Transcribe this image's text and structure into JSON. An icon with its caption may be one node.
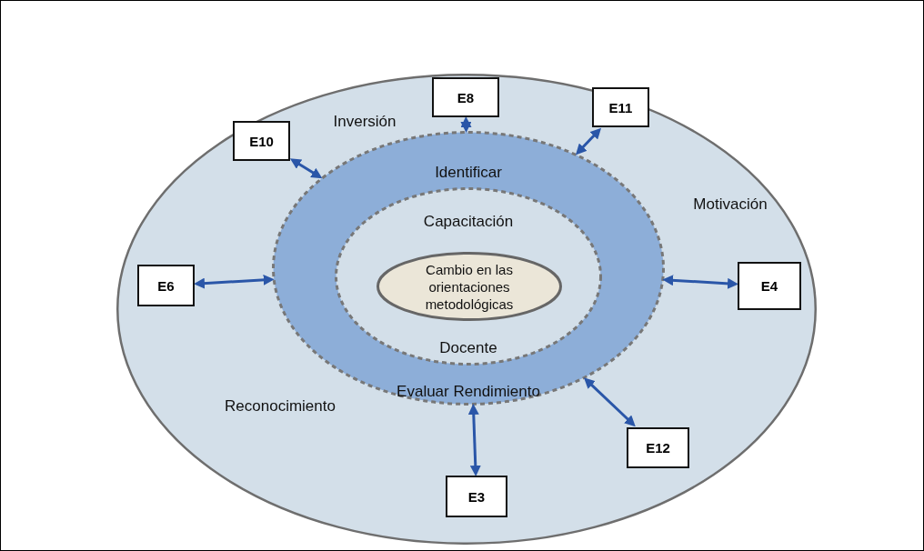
{
  "diagram": {
    "nodes": [
      {
        "text": [
          "Inversión",
          "Motivación",
          "Reconocimiento"
        ]
      },
      {
        "text": [
          "Identificar",
          "Evaluar Rendimiento"
        ],
        "in": 0
      },
      {
        "text": [
          "Capacitación",
          "Docente"
        ],
        "in": 1
      },
      {
        "text": [
          "Cambio en las orientaciones metodológicas"
        ],
        "in": 2
      },
      {
        "text": [
          "E8"
        ],
        "in": 0
      },
      {
        "text": [
          "E11"
        ],
        "in": 0
      },
      {
        "text": [
          "E10"
        ],
        "in": 0
      },
      {
        "text": [
          "E6"
        ],
        "in": 0
      },
      {
        "text": [
          "E4"
        ],
        "in": 0
      },
      {
        "text": [
          "E12"
        ],
        "in": 0
      },
      {
        "text": [
          "E3"
        ],
        "in": 0
      }
    ],
    "edges": [
      {
        "from": 4,
        "to": 1,
        "arrow": "both"
      },
      {
        "from": 5,
        "to": 1,
        "arrow": "both"
      },
      {
        "from": 6,
        "to": 1,
        "arrow": "both"
      },
      {
        "from": 7,
        "to": 1,
        "arrow": "both"
      },
      {
        "from": 8,
        "to": 1,
        "arrow": "both"
      },
      {
        "from": 9,
        "to": 1,
        "arrow": "both"
      },
      {
        "from": 10,
        "to": 1,
        "arrow": "both"
      }
    ]
  }
}
